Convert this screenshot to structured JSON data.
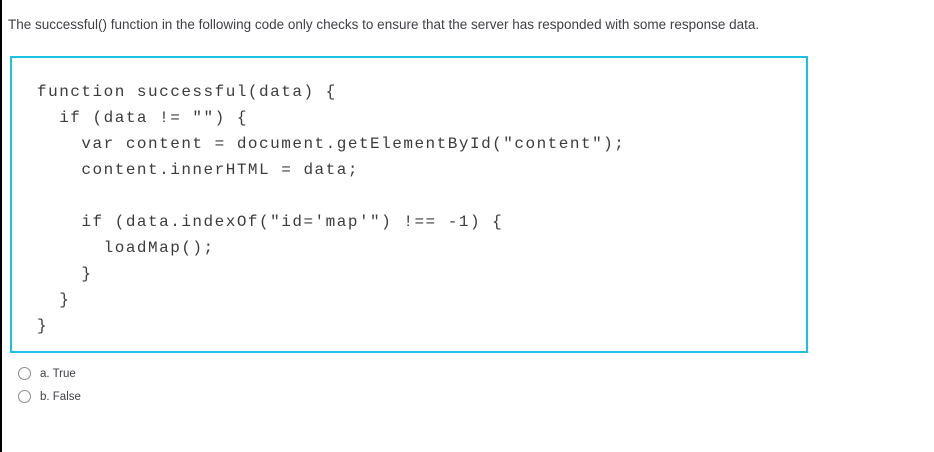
{
  "question": {
    "prompt": "The successful() function in the following code only checks to ensure that the server has responded with some response data.",
    "code": "function successful(data) {\n  if (data != \"\") {\n    var content = document.getElementById(\"content\");\n    content.innerHTML = data;\n\n    if (data.indexOf(\"id='map'\") !== -1) {\n      loadMap();\n    }\n  }\n}",
    "options": [
      {
        "key": "a",
        "label": "a. True",
        "selected": false
      },
      {
        "key": "b",
        "label": "b. False",
        "selected": false
      }
    ]
  },
  "colors": {
    "code_border": "#19c2e2",
    "text": "#3f3f46",
    "page_left_border": "#000000"
  }
}
